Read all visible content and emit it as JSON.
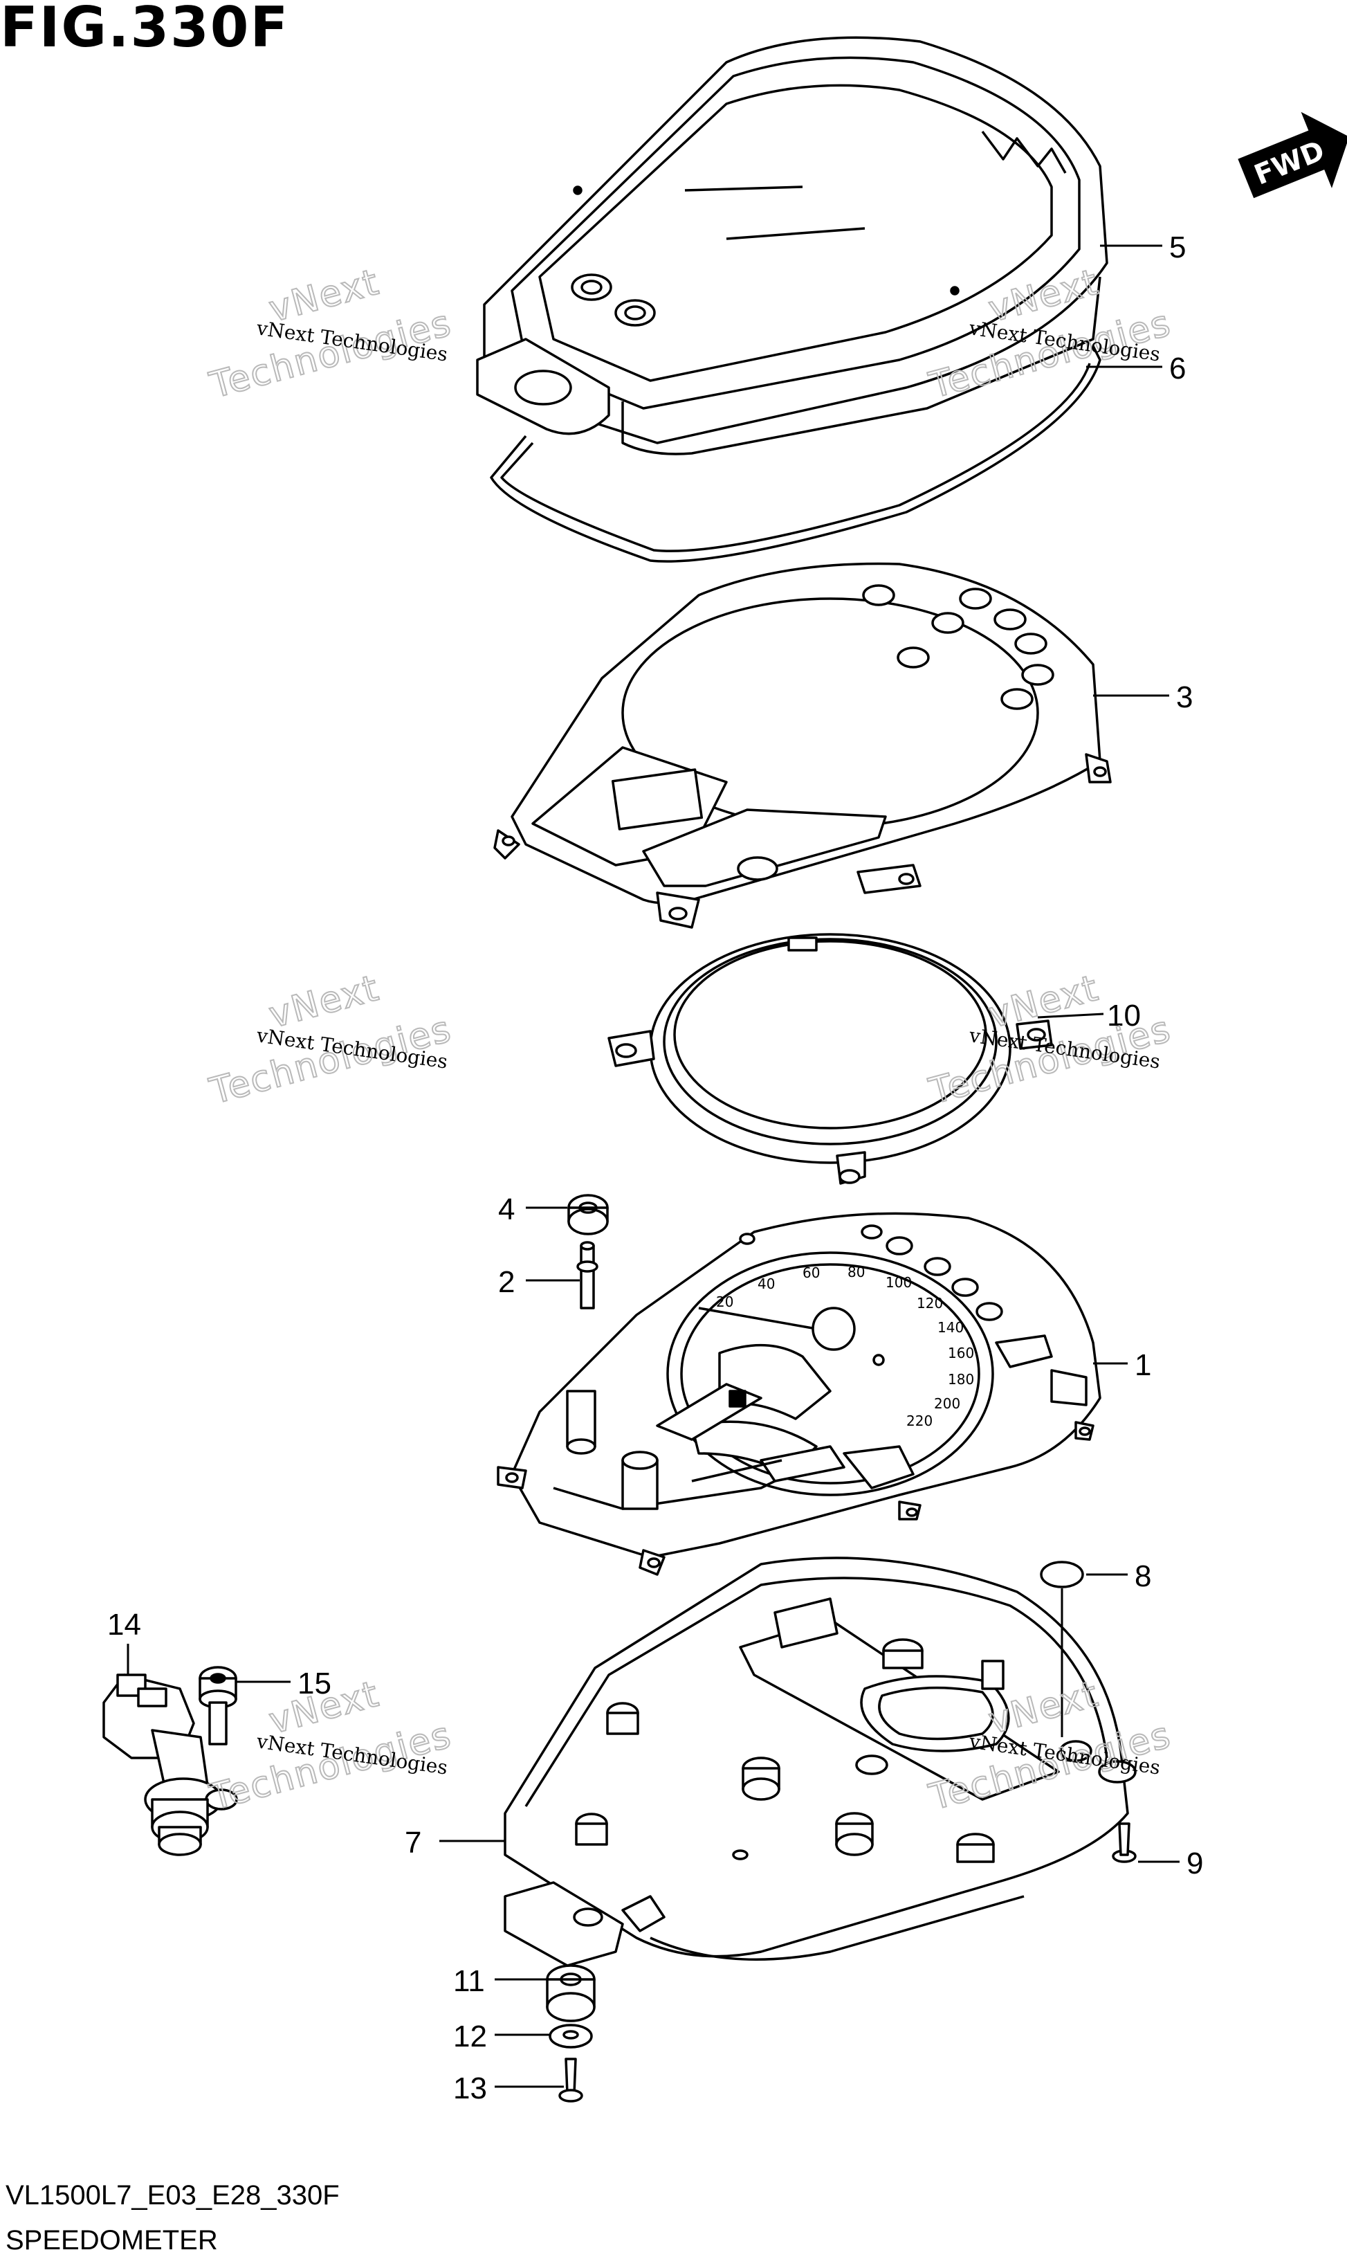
{
  "title": "FIG.330F",
  "footer": {
    "code": "VL1500L7_E03_E28_330F",
    "name": "SPEEDOMETER"
  },
  "direction_badge": "FWD",
  "watermark": {
    "line1": "vNext Technologies",
    "line2": "vNext",
    "line3": "Technologies"
  },
  "dial_numbers": [
    "20",
    "40",
    "60",
    "80",
    "100",
    "120",
    "140",
    "160",
    "180",
    "200",
    "220"
  ],
  "callouts": [
    "1",
    "2",
    "3",
    "4",
    "5",
    "6",
    "7",
    "8",
    "9",
    "10",
    "11",
    "12",
    "13",
    "14",
    "15"
  ]
}
